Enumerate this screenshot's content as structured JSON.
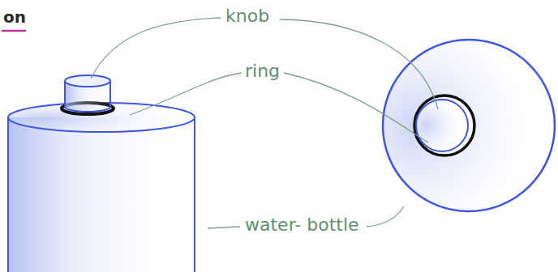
{
  "diagram": {
    "labels": [
      "on",
      "knob",
      "ring",
      "water- bottle"
    ]
  }
}
